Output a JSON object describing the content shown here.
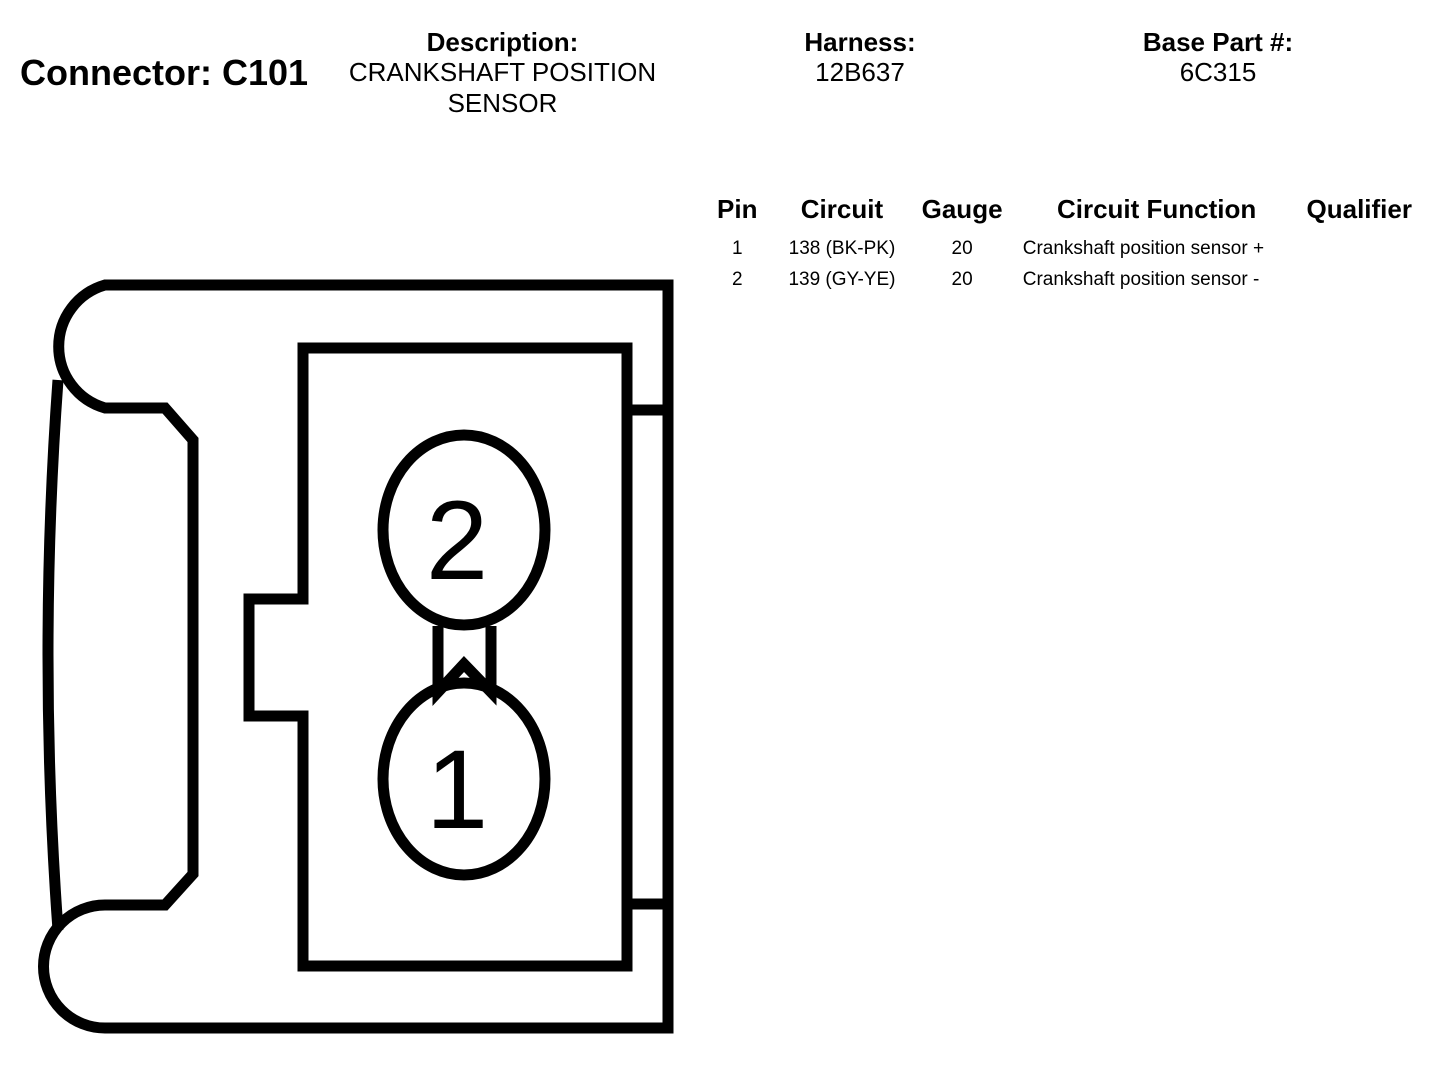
{
  "header": {
    "connector_title": "Connector: C101",
    "description_label": "Description:",
    "description_line1": "CRANKSHAFT POSITION",
    "description_line2": "SENSOR",
    "harness_label": "Harness:",
    "harness_value": "12B637",
    "base_part_label": "Base Part #:",
    "base_part_value": "6C315"
  },
  "table": {
    "columns": [
      "Pin",
      "Circuit",
      "Gauge",
      "Circuit Function",
      "Qualifier"
    ],
    "rows": [
      {
        "pin": "1",
        "circuit": "138 (BK-PK)",
        "gauge": "20",
        "function": "Crankshaft position sensor +",
        "qualifier": ""
      },
      {
        "pin": "2",
        "circuit": "139 (GY-YE)",
        "gauge": "20",
        "function": "Crankshaft position sensor -",
        "qualifier": ""
      }
    ]
  },
  "diagram": {
    "pin_labels": [
      "2",
      "1"
    ],
    "stroke_color": "#000000"
  }
}
